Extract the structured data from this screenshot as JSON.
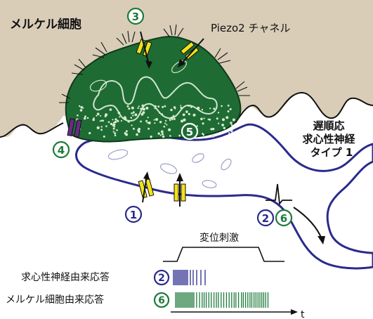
{
  "labels": {
    "merkel_cell": "メルケル細胞",
    "piezo2": "Piezo2 チャネル",
    "nerve_type": [
      "遅順応",
      "求心性神経",
      "タイプ 1"
    ],
    "stimulus": "変位刺激",
    "nerve_response": "求心性神経由来応答",
    "merkel_response": "メルケル細胞由来応答",
    "time_axis": "t"
  },
  "markers": {
    "m1": "1",
    "m2": "2",
    "m3": "3",
    "m4": "4",
    "m5": "5",
    "m6": "6"
  },
  "colors": {
    "background_tissue": "#d9cdb8",
    "merkel_cell": "#1f6b34",
    "nerve_outline": "#2a2a8c",
    "nerve_fill": "#ffffff",
    "channel_yellow": "#f2e21a",
    "channel_purple": "#6a2a8a",
    "marker_blue": "#2a2a8c",
    "marker_green": "#1e7a3a"
  },
  "icons": {
    "piezo2_channel": "yellow-channel-icon",
    "other_channel": "purple-channel-icon",
    "spike": "action-potential-icon"
  }
}
